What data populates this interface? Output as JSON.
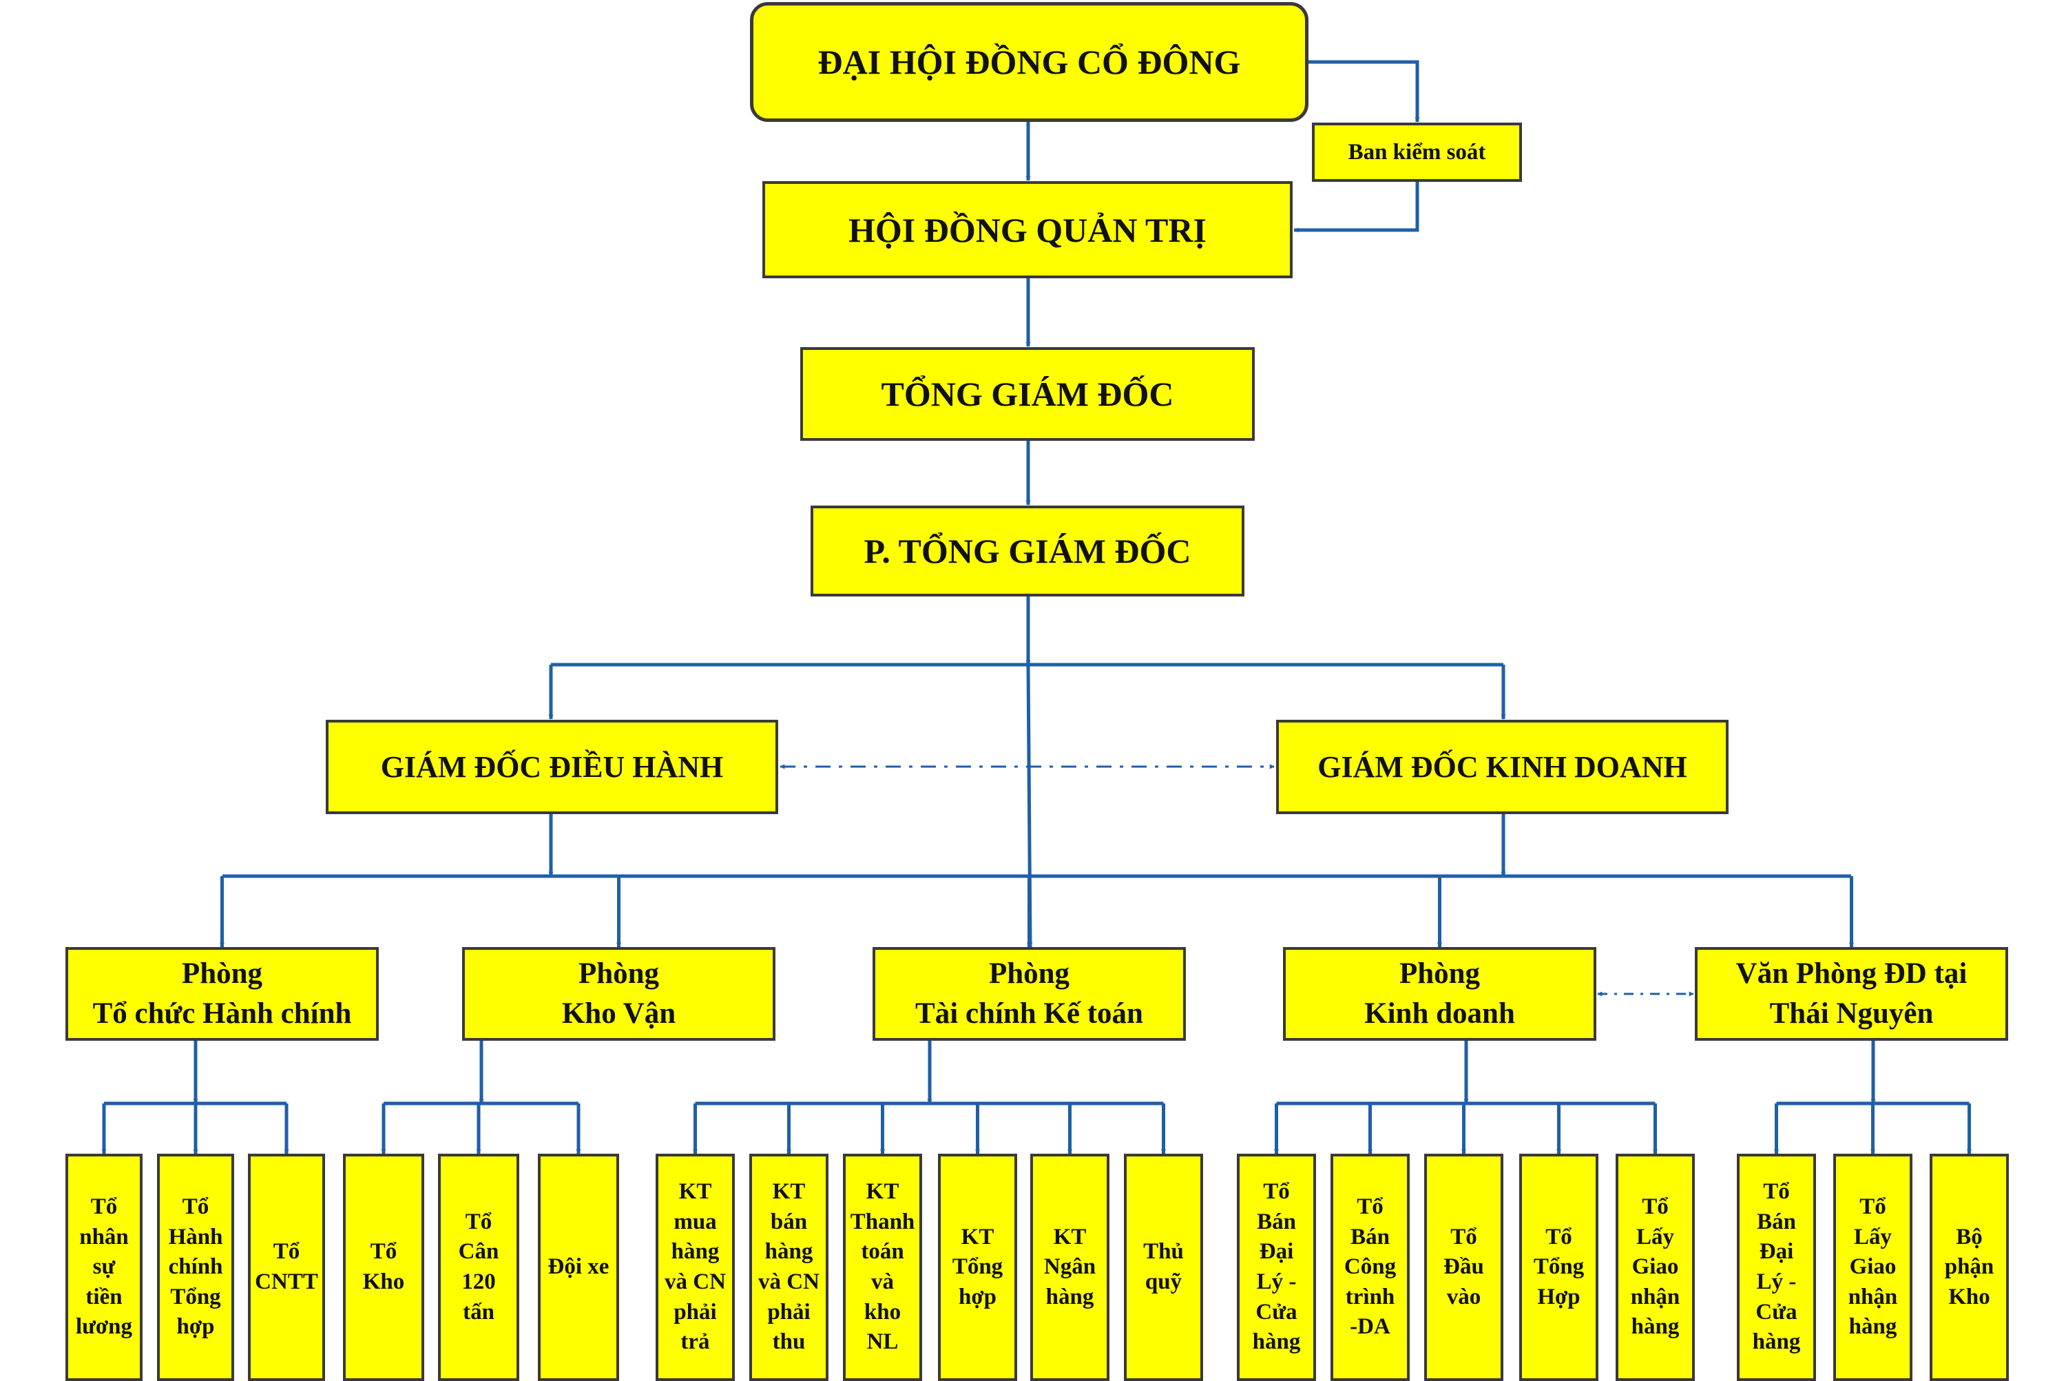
{
  "colors": {
    "box_fill": "#ffff00",
    "box_border": "#3a3a3a",
    "connector": "#1f5fa8"
  },
  "shareholders": "ĐẠI HỘI ĐỒNG CỔ ĐÔNG",
  "supervisory": "Ban kiểm soát",
  "board": "HỘI ĐỒNG QUẢN TRỊ",
  "ceo": "TỔNG GIÁM ĐỐC",
  "deputy_ceo": "P. TỔNG GIÁM ĐỐC",
  "ops_director": "GIÁM ĐỐC ĐIỀU HÀNH",
  "sales_director": "GIÁM ĐỐC KINH DOANH",
  "departments": [
    {
      "lines": [
        "Phòng",
        "Tổ chức Hành chính"
      ],
      "units": [
        [
          "Tổ",
          "nhân",
          "sự",
          "tiền",
          "lương"
        ],
        [
          "Tổ",
          "Hành",
          "chính",
          "Tổng",
          "hợp"
        ],
        [
          "Tổ",
          "CNTT"
        ]
      ]
    },
    {
      "lines": [
        "Phòng",
        "Kho Vận"
      ],
      "units": [
        [
          "Tổ",
          "Kho"
        ],
        [
          "Tổ",
          "Cân",
          "120",
          "tấn"
        ],
        [
          "Đội xe"
        ]
      ]
    },
    {
      "lines": [
        "Phòng",
        "Tài chính Kế toán"
      ],
      "units": [
        [
          "KT",
          "mua",
          "hàng",
          "và CN",
          "phải",
          "trả"
        ],
        [
          "KT",
          "bán",
          "hàng",
          "và CN",
          "phải",
          "thu"
        ],
        [
          "KT",
          "Thanh",
          "toán",
          "và",
          "kho",
          "NL"
        ],
        [
          "KT",
          "Tổng",
          "hợp"
        ],
        [
          "KT",
          "Ngân",
          "hàng"
        ],
        [
          "Thủ",
          "quỹ"
        ]
      ]
    },
    {
      "lines": [
        "Phòng",
        "Kinh doanh"
      ],
      "units": [
        [
          "Tổ",
          "Bán",
          "Đại",
          "Lý -",
          "Cửa",
          "hàng"
        ],
        [
          "Tổ",
          "Bán",
          "Công",
          "trình",
          "-DA"
        ],
        [
          "Tổ",
          "Đầu",
          "vào"
        ],
        [
          "Tổ",
          "Tổng",
          "Hợp"
        ],
        [
          "Tổ",
          "Lấy",
          "Giao",
          "nhận",
          "hàng"
        ]
      ]
    },
    {
      "lines": [
        "Văn Phòng ĐD tại",
        "Thái Nguyên"
      ],
      "units": [
        [
          "Tổ",
          "Bán",
          "Đại",
          "Lý -",
          "Cửa",
          "hàng"
        ],
        [
          "Tổ",
          "Lấy",
          "Giao",
          "nhận",
          "hàng"
        ],
        [
          "Bộ",
          "phận",
          "Kho"
        ]
      ]
    }
  ]
}
